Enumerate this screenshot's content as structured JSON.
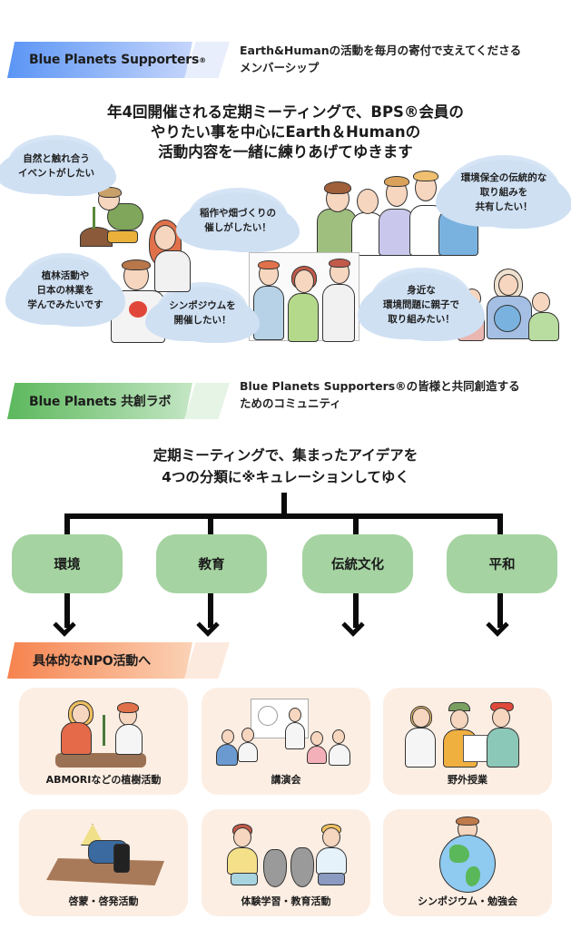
{
  "section1": {
    "banner_label": "Blue Planets Supporters",
    "banner_reg": "®",
    "description_line1": "Earth&Humanの活動を毎月の寄付で支えてくださる",
    "description_line2": "メンバーシップ",
    "headline_line1": "年4回開催される定期ミーティングで、BPS®会員の",
    "headline_line2": "やりたい事を中心にEarth＆Humanの",
    "headline_line3": "活動内容を一緒に練りあげてゆきます",
    "clouds": [
      {
        "line1": "自然と触れ合う",
        "line2": "イベントがしたい",
        "line3": ""
      },
      {
        "line1": "稲作や畑づくりの",
        "line2": "催しがしたい！",
        "line3": ""
      },
      {
        "line1": "環境保全の伝統的な",
        "line2": "取り組みを",
        "line3": "共有したい！"
      },
      {
        "line1": "植林活動や",
        "line2": "日本の林業を",
        "line3": "学んでみたいです"
      },
      {
        "line1": "シンポジウムを",
        "line2": "開催したい！",
        "line3": ""
      },
      {
        "line1": "身近な",
        "line2": "環境問題に親子で",
        "line3": "取り組みたい！"
      }
    ]
  },
  "section2": {
    "banner_label": "Blue Planets 共創ラボ",
    "description_line1": "Blue Planets Supporters®の皆様と共同創造する",
    "description_line2": "ためのコミュニティ",
    "headline_line1": "定期ミーティングで、集まったアイデアを",
    "headline_line2": "4つの分類に※キュレーションしてゆく",
    "categories": [
      "環境",
      "教育",
      "伝統文化",
      "平和"
    ]
  },
  "section3": {
    "banner_label": "具体的なNPO活動へ",
    "activities": [
      {
        "caption": "ABMORIなどの植樹活動",
        "icon": "tree-planting-illustration"
      },
      {
        "caption": "講演会",
        "icon": "lecture-illustration"
      },
      {
        "caption": "野外授業",
        "icon": "outdoor-class-illustration"
      },
      {
        "caption": "啓蒙・啓発活動",
        "icon": "rice-planting-illustration"
      },
      {
        "caption": "体験学習・教育活動",
        "icon": "cleanup-illustration"
      },
      {
        "caption": "シンポジウム・勉強会",
        "icon": "globe-illustration"
      }
    ]
  },
  "colors": {
    "blue_banner_start": "#5b95f5",
    "blue_banner_end": "#c9d8fb",
    "green_banner_start": "#5cb85c",
    "green_banner_end": "#c4e6c4",
    "orange_banner_start": "#f6834e",
    "orange_banner_end": "#fbd2b6",
    "cloud": "#cfe0f3",
    "category_box": "#a5d3a1",
    "card_bg": "#fdeee3"
  }
}
